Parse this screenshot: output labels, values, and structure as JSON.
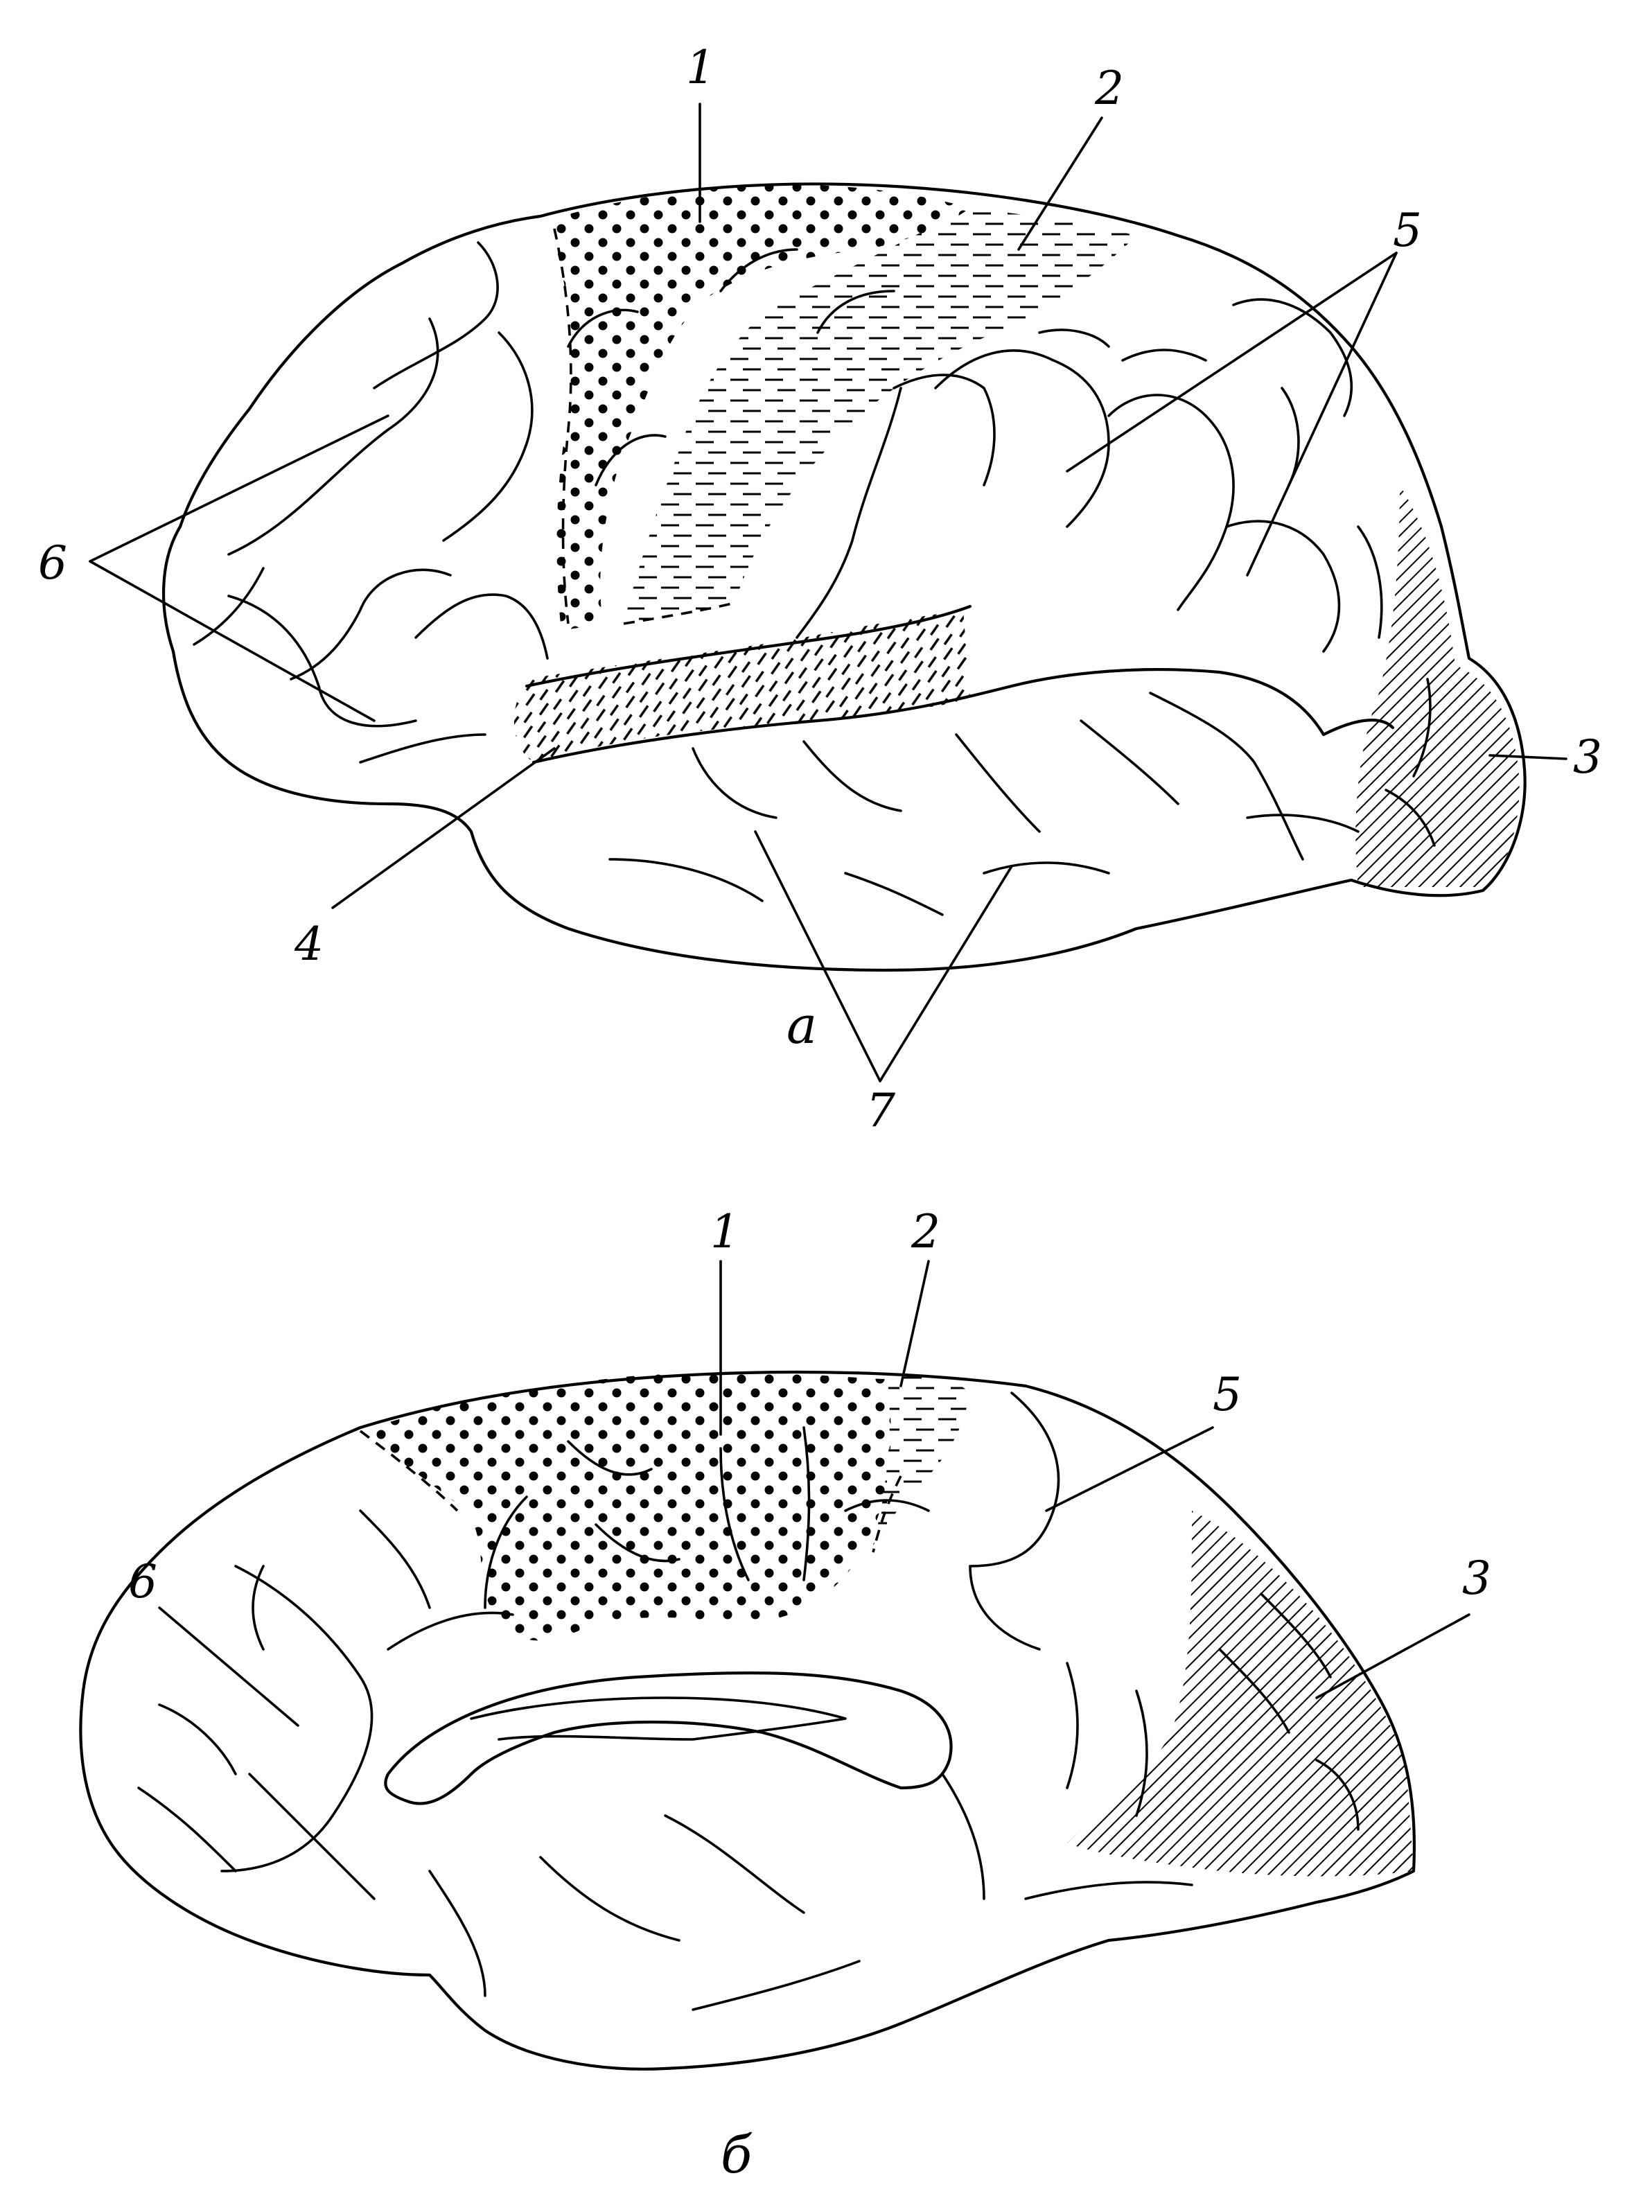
{
  "figure_a": {
    "caption": "a",
    "labels": {
      "l1": "1",
      "l2": "2",
      "l3": "3",
      "l4": "4",
      "l5": "5",
      "l6": "6",
      "l7": "7"
    }
  },
  "figure_b": {
    "caption": "б",
    "labels": {
      "l1": "1",
      "l2": "2",
      "l3": "3",
      "l5": "5",
      "l6": "6"
    }
  }
}
